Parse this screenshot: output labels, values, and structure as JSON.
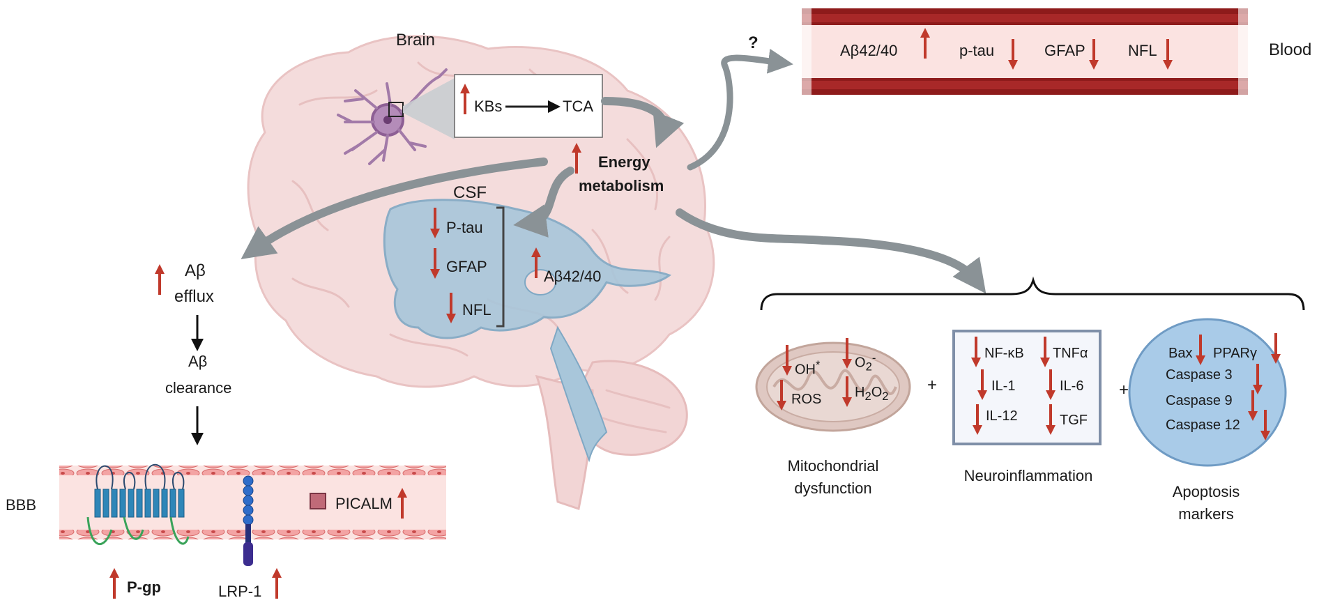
{
  "brain": {
    "label": "Brain",
    "kb_box": {
      "kbs": "KBs",
      "tca": "TCA"
    },
    "energy_line1": "Energy",
    "energy_line2": "metabolism",
    "csf_label": "CSF",
    "csf_markers": {
      "ptau": "P-tau",
      "gfap": "GFAP",
      "nfl": "NFL",
      "ab": "Aβ42/40"
    }
  },
  "blood": {
    "label": "Blood",
    "question": "?",
    "markers": {
      "ab": "Aβ42/40",
      "ptau": "p-tau",
      "gfap": "GFAP",
      "nfl": "NFL"
    }
  },
  "abeta": {
    "efflux_line1": "Aβ",
    "efflux_line2": "efflux",
    "clearance_line1": "Aβ",
    "clearance_line2": "clearance"
  },
  "bbb": {
    "label": "BBB",
    "picalm": "PICALM",
    "pgp": "P-gp",
    "lrp1": "LRP-1"
  },
  "outcomes": {
    "mito": {
      "oh": "OH",
      "oh_sup": "*",
      "o2": "O",
      "o2_sub": "2",
      "o2_sup": "-",
      "ros": "ROS",
      "h2o2_a": "H",
      "h2o2_sub1": "2",
      "h2o2_b": "O",
      "h2o2_sub2": "2",
      "label1": "Mitochondrial",
      "label2": "dysfunction"
    },
    "plus": "+",
    "neuro": {
      "nfkb": "NF-κB",
      "tnfa": "TNFα",
      "il1": "IL-1",
      "il6": "IL-6",
      "il12": "IL-12",
      "tgf": "TGF",
      "label": "Neuroinflammation"
    },
    "apoptosis": {
      "bax": "Bax",
      "ppar": "PPARγ",
      "casp3": "Caspase 3",
      "casp9": "Caspase 9",
      "casp12": "Caspase 12",
      "label1": "Apoptosis",
      "label2": "markers"
    }
  },
  "colors": {
    "arrow_red": "#c0392b",
    "flow_gray": "#8a9296",
    "vessel_dark": "#8e1b1b",
    "vessel_light": "#fbe3e1",
    "ventricle": "#8fb6cf",
    "brain_pink": "#f4dcdc",
    "neuron": "#a27aa8",
    "circle_blue": "#a9cbe8",
    "box_border": "#7f8fa8",
    "picalm": "#c06a78"
  }
}
